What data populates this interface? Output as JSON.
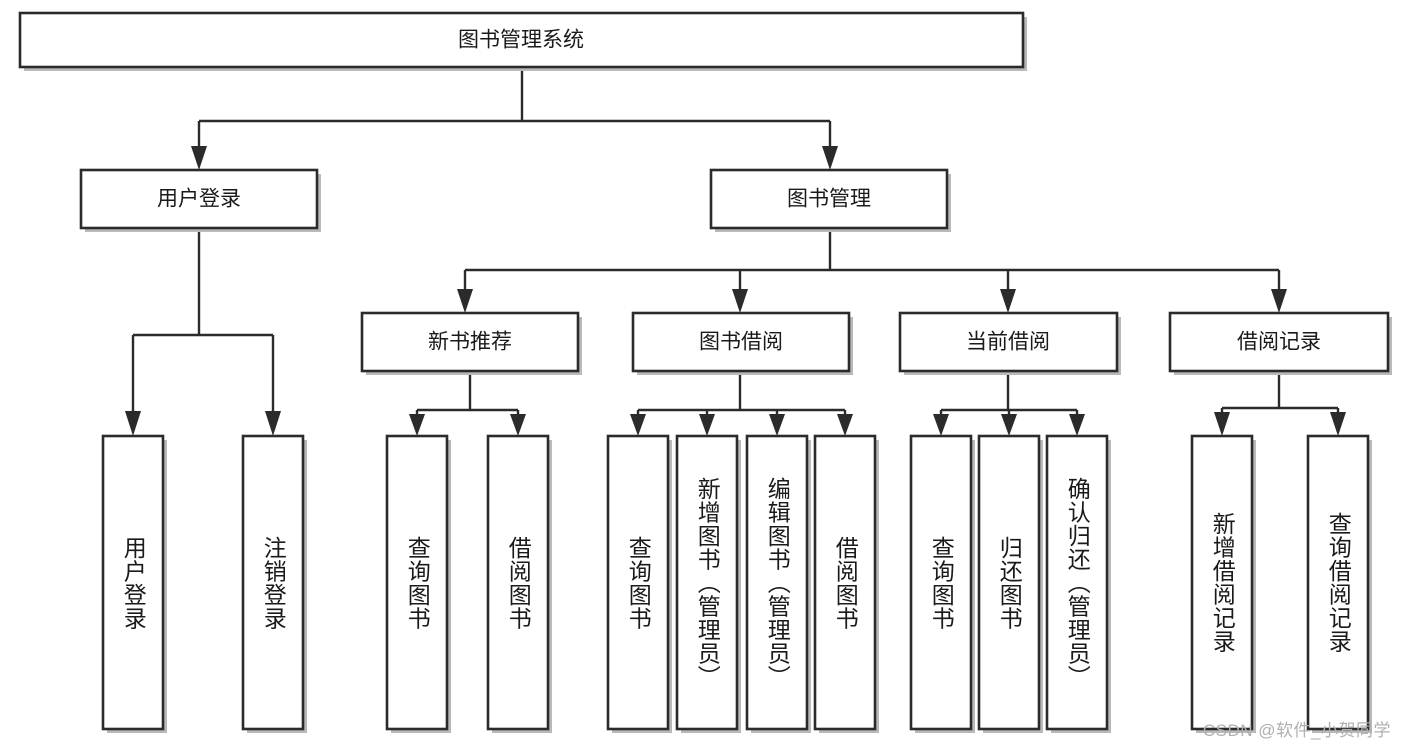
{
  "diagram": {
    "title": "图书管理系统",
    "type": "tree",
    "root": {
      "id": "root",
      "label": "图书管理系统",
      "orientation": "horizontal"
    },
    "level2": [
      {
        "id": "user-login",
        "label": "用户登录",
        "orientation": "horizontal"
      },
      {
        "id": "book-manage",
        "label": "图书管理",
        "orientation": "horizontal"
      }
    ],
    "level3": [
      {
        "id": "new-book-recommend",
        "label": "新书推荐",
        "orientation": "horizontal",
        "parent": "book-manage"
      },
      {
        "id": "book-borrow",
        "label": "图书借阅",
        "orientation": "horizontal",
        "parent": "book-manage"
      },
      {
        "id": "current-borrow",
        "label": "当前借阅",
        "orientation": "horizontal",
        "parent": "book-manage"
      },
      {
        "id": "borrow-record",
        "label": "借阅记录",
        "orientation": "horizontal",
        "parent": "book-manage"
      }
    ],
    "leaves": [
      {
        "id": "leaf-user-login",
        "label": "用户登录",
        "parent": "user-login",
        "orientation": "vertical"
      },
      {
        "id": "leaf-user-logout",
        "label": "注销登录",
        "parent": "user-login",
        "orientation": "vertical"
      },
      {
        "id": "leaf-query-book-1",
        "label": "查询图书",
        "parent": "new-book-recommend",
        "orientation": "vertical"
      },
      {
        "id": "leaf-borrow-book-1",
        "label": "借阅图书",
        "parent": "new-book-recommend",
        "orientation": "vertical"
      },
      {
        "id": "leaf-query-book-2",
        "label": "查询图书",
        "parent": "book-borrow",
        "orientation": "vertical"
      },
      {
        "id": "leaf-add-book",
        "label": "新增图书（管理员）",
        "parent": "book-borrow",
        "orientation": "vertical"
      },
      {
        "id": "leaf-edit-book",
        "label": "编辑图书（管理员）",
        "parent": "book-borrow",
        "orientation": "vertical"
      },
      {
        "id": "leaf-borrow-book-2",
        "label": "借阅图书",
        "parent": "book-borrow",
        "orientation": "vertical"
      },
      {
        "id": "leaf-query-book-3",
        "label": "查询图书",
        "parent": "current-borrow",
        "orientation": "vertical"
      },
      {
        "id": "leaf-return-book",
        "label": "归还图书",
        "parent": "current-borrow",
        "orientation": "vertical"
      },
      {
        "id": "leaf-confirm-return",
        "label": "确认归还（管理员）",
        "parent": "current-borrow",
        "orientation": "vertical"
      },
      {
        "id": "leaf-add-record",
        "label": "新增借阅记录",
        "parent": "borrow-record",
        "orientation": "vertical"
      },
      {
        "id": "leaf-query-record",
        "label": "查询借阅记录",
        "parent": "borrow-record",
        "orientation": "vertical"
      }
    ]
  },
  "watermark": {
    "text": "CSDN @软件_小贺同学"
  },
  "colors": {
    "background": "#ffffff",
    "box_fill": "#ffffff",
    "box_stroke": "#2b2b2b",
    "line": "#2b2b2b",
    "text": "#1a1a1a",
    "shadow": "#b9b9b9",
    "watermark": "#b0b0b0"
  }
}
